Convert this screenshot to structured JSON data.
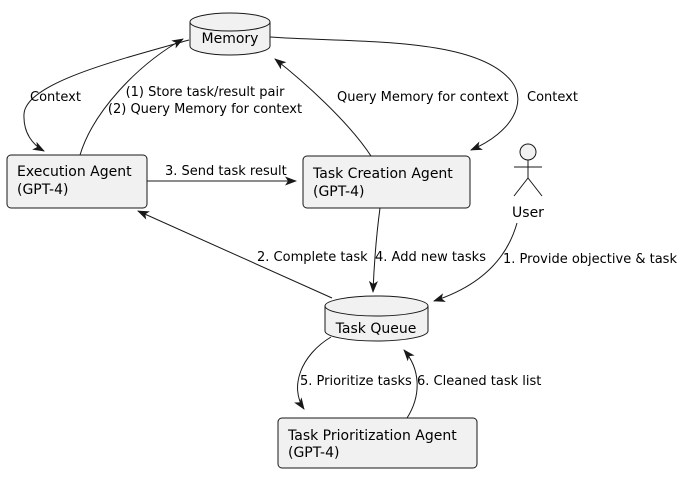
{
  "diagram": {
    "title": "Agent task-management architecture diagram",
    "colors": {
      "background": "#ffffff",
      "node_fill": "#f1f1f1",
      "stroke": "#181818",
      "text": "#000000"
    },
    "nodes": {
      "memory": {
        "label": "Memory",
        "shape": "database-cylinder"
      },
      "execution_agent": {
        "line1": "Execution Agent",
        "line2": "(GPT-4)",
        "shape": "rectangle"
      },
      "task_creation_agent": {
        "line1": "Task Creation Agent",
        "line2": "(GPT-4)",
        "shape": "rectangle"
      },
      "task_queue": {
        "label": "Task Queue",
        "shape": "database-cylinder"
      },
      "task_prioritization_agent": {
        "line1": "Task Prioritization Agent",
        "line2": "(GPT-4)",
        "shape": "rectangle"
      },
      "user": {
        "label": "User",
        "shape": "actor-stick-figure"
      }
    },
    "edges": {
      "memory_to_execution": {
        "label": "Context",
        "from": "Memory",
        "to": "Execution Agent"
      },
      "execution_to_memory": {
        "line1": "(1) Store task/result pair",
        "line2": "(2) Query Memory for context",
        "from": "Execution Agent",
        "to": "Memory"
      },
      "creation_to_memory": {
        "label": "Query Memory for context",
        "from": "Task Creation Agent",
        "to": "Memory"
      },
      "memory_to_creation": {
        "label": "Context",
        "from": "Memory",
        "to": "Task Creation Agent"
      },
      "execution_to_creation": {
        "label": "3. Send task result",
        "from": "Execution Agent",
        "to": "Task Creation Agent"
      },
      "queue_to_execution": {
        "label": "2. Complete task",
        "from": "Task Queue",
        "to": "Execution Agent"
      },
      "creation_to_queue": {
        "label": "4. Add new tasks",
        "from": "Task Creation Agent",
        "to": "Task Queue"
      },
      "user_to_queue": {
        "label": "1. Provide objective & task",
        "from": "User",
        "to": "Task Queue"
      },
      "queue_to_prioritization": {
        "label": "5. Prioritize tasks",
        "from": "Task Queue",
        "to": "Task Prioritization Agent"
      },
      "prioritization_to_queue": {
        "label": "6. Cleaned task list",
        "from": "Task Prioritization Agent",
        "to": "Task Queue"
      }
    }
  }
}
